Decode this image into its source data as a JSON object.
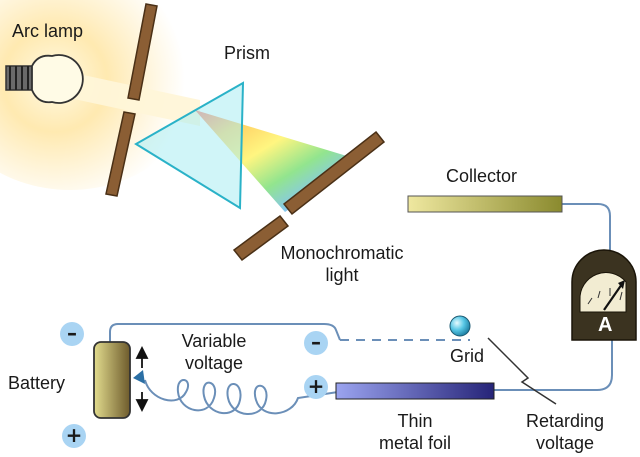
{
  "labels": {
    "arc_lamp": "Arc lamp",
    "prism": "Prism",
    "collector": "Collector",
    "monochromatic_line1": "Monochromatic",
    "monochromatic_line2": "light",
    "variable_line1": "Variable",
    "variable_line2": "voltage",
    "grid": "Grid",
    "battery": "Battery",
    "thin_line1": "Thin",
    "thin_line2": "metal foil",
    "retarding_line1": "Retarding",
    "retarding_line2": "voltage",
    "ammeter": "A"
  },
  "signs": {
    "minus": "–",
    "plus": "+"
  },
  "colors": {
    "slit_brown": "#8b5e34",
    "prism_cyan": "#5fd0e0",
    "wire_blue": "#6b8fb8",
    "sign_bubble": "#a9d4f3",
    "ammeter_dark": "#3b3320",
    "foil_blue": "#3d3a98"
  }
}
